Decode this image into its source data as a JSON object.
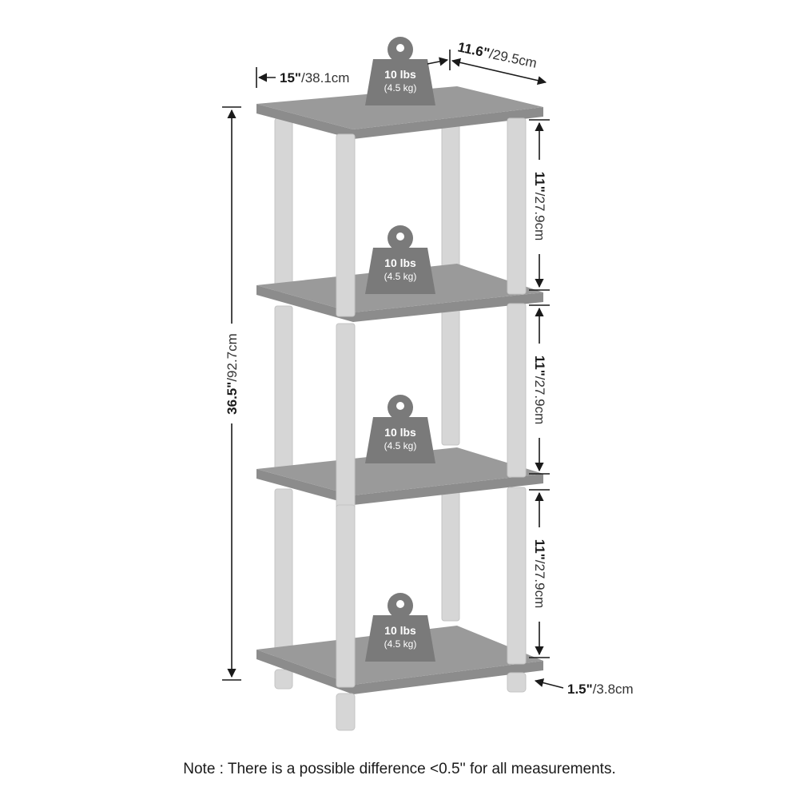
{
  "colors": {
    "shelf": "#9a9a9a",
    "shelf_edge": "#8c8c8c",
    "post": "#d6d6d6",
    "post_edge": "#c4c4c4",
    "weight_icon": "#7a7a7a",
    "dimension_line": "#1a1a1a"
  },
  "icons": {
    "weight": "weight-icon",
    "arrow": "arrow-icon"
  },
  "dimensions": {
    "width": {
      "inch": "15\"",
      "cm": "/38.1cm"
    },
    "depth": {
      "inch": "11.6\"",
      "cm": "/29.5cm"
    },
    "total_height": {
      "inch": "36.5\"",
      "cm": "/92.7cm"
    },
    "tier_gaps": [
      {
        "inch": "11\"",
        "cm": "/27.9cm"
      },
      {
        "inch": "11\"",
        "cm": "/27.9cm"
      },
      {
        "inch": "11\"",
        "cm": "/27.9cm"
      }
    ],
    "foot_height": {
      "inch": "1.5\"",
      "cm": "/3.8cm"
    }
  },
  "weight_labels": [
    {
      "lbs": "10 lbs",
      "kg": "(4.5 kg)"
    },
    {
      "lbs": "10 lbs",
      "kg": "(4.5 kg)"
    },
    {
      "lbs": "10 lbs",
      "kg": "(4.5 kg)"
    },
    {
      "lbs": "10 lbs",
      "kg": "(4.5 kg)"
    }
  ],
  "note": "Note : There is a possible difference <0.5'' for all measurements."
}
